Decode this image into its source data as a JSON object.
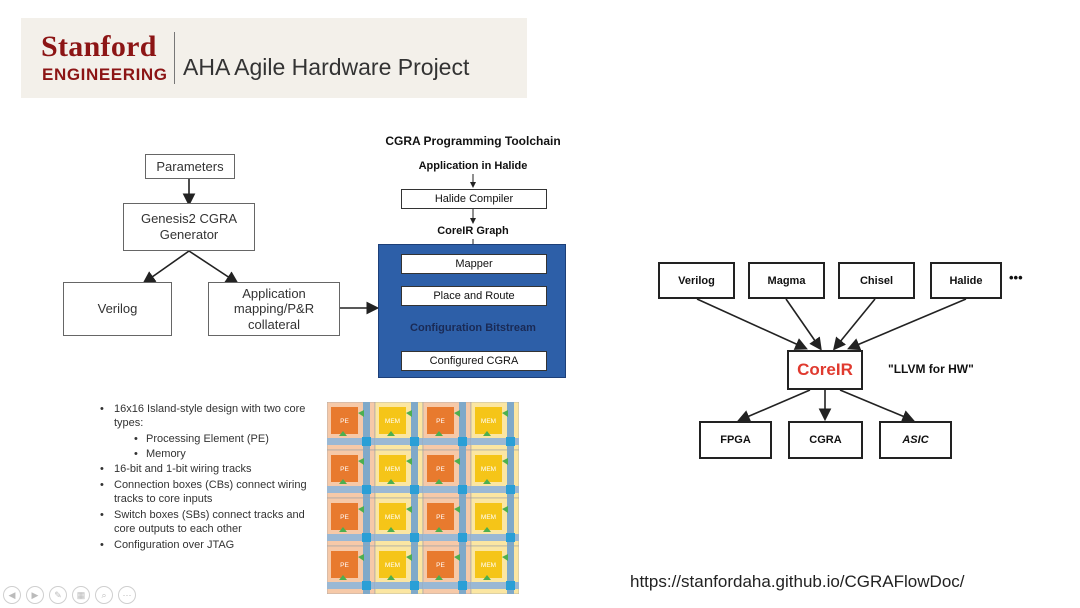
{
  "header": {
    "logo_line1": "Stanford",
    "logo_line2": "ENGINEERING",
    "title": "AHA Agile Hardware Project"
  },
  "generator_flow": {
    "parameters": "Parameters",
    "generator": "Genesis2 CGRA Generator",
    "verilog": "Verilog",
    "collateral": "Application mapping/P&R collateral"
  },
  "toolchain": {
    "title": "CGRA Programming Toolchain",
    "app_label": "Application in Halide",
    "halide_compiler": "Halide Compiler",
    "corelr_graph": "CoreIR Graph",
    "mapper": "Mapper",
    "place_route": "Place and Route",
    "bitstream": "Configuration Bitstream",
    "configured": "Configured CGRA"
  },
  "bullets": {
    "b1": "16x16 Island-style design with two core types:",
    "b1a": "Processing Element (PE)",
    "b1b": "Memory",
    "b2": "16-bit and 1-bit wiring tracks",
    "b3": "Connection boxes (CBs) connect wiring tracks to core inputs",
    "b4": "Switch boxes (SBs) connect tracks and core outputs to each other",
    "b5": "Configuration over JTAG"
  },
  "grid": {
    "pe_label": "PE",
    "mem_label": "MEM",
    "pe_color": "#e87a2e",
    "mem_color": "#f5c518"
  },
  "corelr_flow": {
    "frontends": [
      "Verilog",
      "Magma",
      "Chisel",
      "Halide"
    ],
    "more": "•••",
    "core": "CoreIR",
    "tagline": "\"LLVM for HW\"",
    "backends": [
      "FPGA",
      "CGRA",
      "ASIC"
    ]
  },
  "footer": {
    "url": "https://stanfordaha.github.io/CGRAFlowDoc/"
  }
}
